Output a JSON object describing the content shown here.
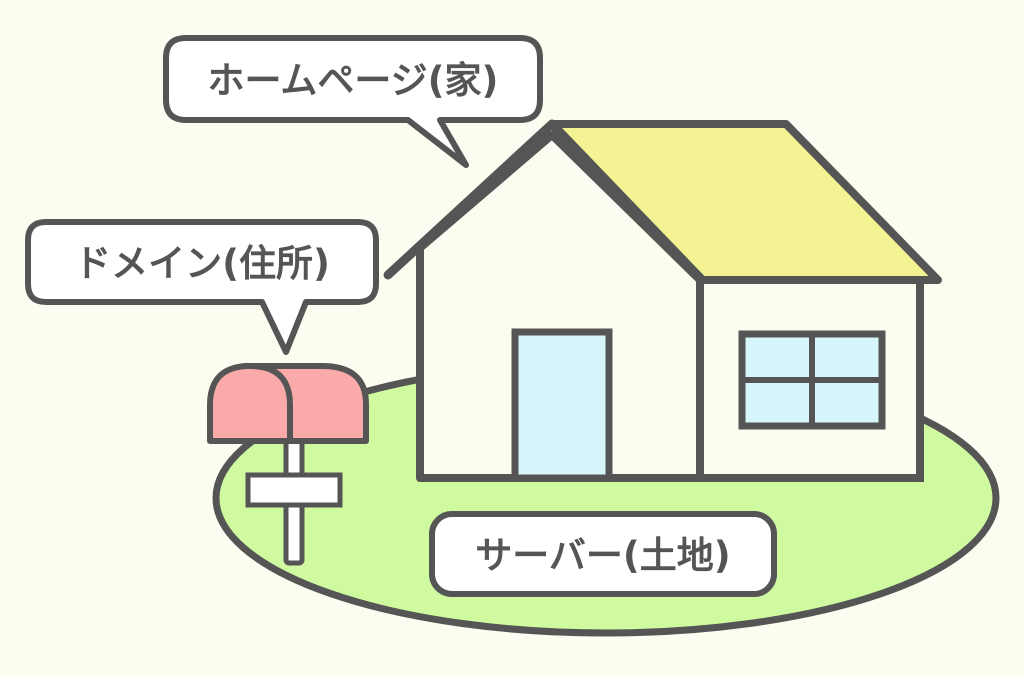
{
  "labels": {
    "homepage": "ホームページ(家)",
    "domain": "ドメイン(住所)",
    "server": "サーバー(土地)"
  },
  "colors": {
    "background": "#fcfdf0",
    "outline": "#555555",
    "ground": "#cffaa0",
    "wall": "#fcfdf0",
    "roof": "#f3f393",
    "door_window": "#d6f6fc",
    "mailbox": "#fbaaaa",
    "post": "#ffffff"
  }
}
